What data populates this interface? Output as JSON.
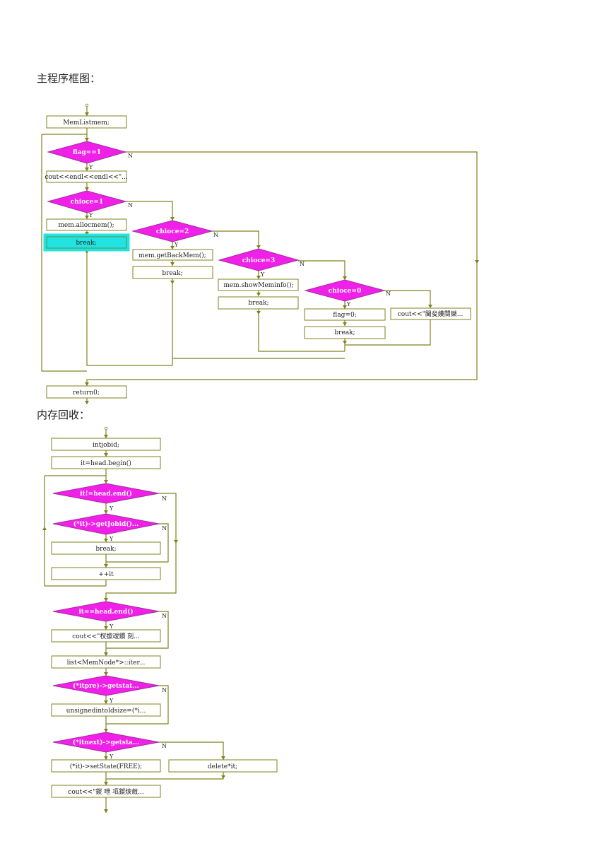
{
  "headings": {
    "main": "主程序框图：",
    "recycle": "内存回收："
  },
  "main_flow": {
    "start_box": "MemListmem;",
    "d_flag": "flag==1",
    "b_cout": "cout<<endl<<endl<<\"...",
    "d_c1": "chioce=1",
    "b_alloc": "mem.allocmem();",
    "b_break1": "break;",
    "d_c2": "chioce=2",
    "b_getback": "mem.getBackMem();",
    "b_break2": "break;",
    "d_c3": "chioce=3",
    "b_show": "mem.showMeminfo();",
    "b_break3": "break;",
    "d_c0": "chioce=0",
    "b_flag0": "flag=0;",
    "b_break0": "break;",
    "b_default": "cout<<\"閫夋嫨閿欒...",
    "b_return": "return0;"
  },
  "recycle_flow": {
    "b_jobid": "intjobid;",
    "b_begin": "it=head.begin()",
    "d_loop": "it!=head.end()",
    "d_jobid": "(*it)->getJobid()...",
    "b_break": "break;",
    "b_inc": "++it",
    "d_end": "it==head.end()",
    "b_cout_err": "cout<<\"杈撳叆鐨 刻...",
    "b_iter": "list<MemNode*>::iter...",
    "d_pre": "(*itpre)->getstat...",
    "b_oldsize": "unsignedintoldsize=(*i...",
    "d_next": "(*itnext)->getsta...",
    "b_setstate": "(*it)->setState(FREE);",
    "b_delete": "delete*it;",
    "b_cout_done": "cout<<\"鍐 呭 瓨鍥炴敹..."
  },
  "labels": {
    "yes": "Y",
    "no": "N"
  },
  "colors": {
    "decision_fill": "#f020e8",
    "flow_line": "#80801e",
    "highlight_fill": "#22e3e3"
  }
}
